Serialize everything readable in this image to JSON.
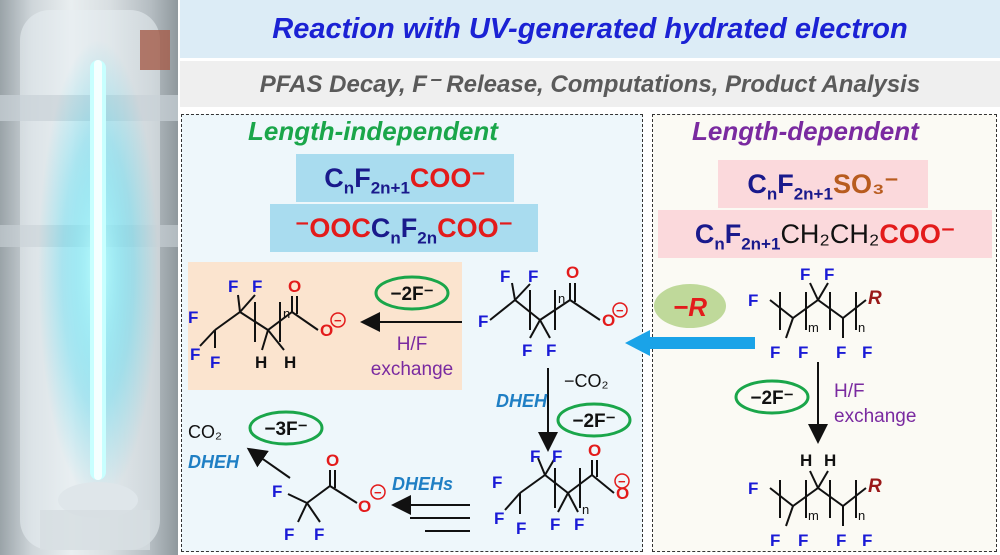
{
  "header": {
    "title": "Reaction with UV-generated hydrated electron",
    "subtitle": "PFAS Decay, F⁻ Release, Computations, Product Analysis"
  },
  "left_panel": {
    "title": "Length-independent",
    "formula_1": [
      "C",
      "n",
      "F",
      "2n+1",
      "COO⁻"
    ],
    "formula_2": [
      "⁻OOC",
      "C",
      "n",
      "F",
      "2n",
      "COO⁻"
    ],
    "label_minus_2f": "−2F⁻",
    "label_hf_exchange_1": "H/F",
    "label_hf_exchange_2": "exchange",
    "label_minus_co2": "−CO₂",
    "label_dheh": "DHEH",
    "label_dheh_2": "DHEH",
    "label_dhehs": "DHEHs",
    "label_minus_3f": "−3F⁻",
    "label_co2": "CO₂"
  },
  "right_panel": {
    "title": "Length-dependent",
    "formula_1": [
      "C",
      "n",
      "F",
      "2n+1",
      "SO₃⁻"
    ],
    "formula_2": [
      "C",
      "n",
      "F",
      "2n+1",
      "CH₂CH₂",
      "COO⁻"
    ],
    "label_minus_r": "−R",
    "label_minus_2f": "−2F⁻",
    "label_hf_exchange_1": "H/F",
    "label_hf_exchange_2": "exchange"
  },
  "atoms": {
    "F": "F",
    "H": "H",
    "O": "O",
    "R": "R",
    "n": "n",
    "m": "m",
    "minus": "−"
  },
  "colors": {
    "banner_title": "#1b22d4",
    "banner_subtitle": "#5a5a5a",
    "green": "#1aa64a",
    "purple": "#7a2aa0",
    "dheh_blue": "#1f7fc4",
    "fluorine": "#1a1ad6",
    "oxygen": "#e31b1b",
    "arrow_cyan": "#1aa3e8"
  }
}
